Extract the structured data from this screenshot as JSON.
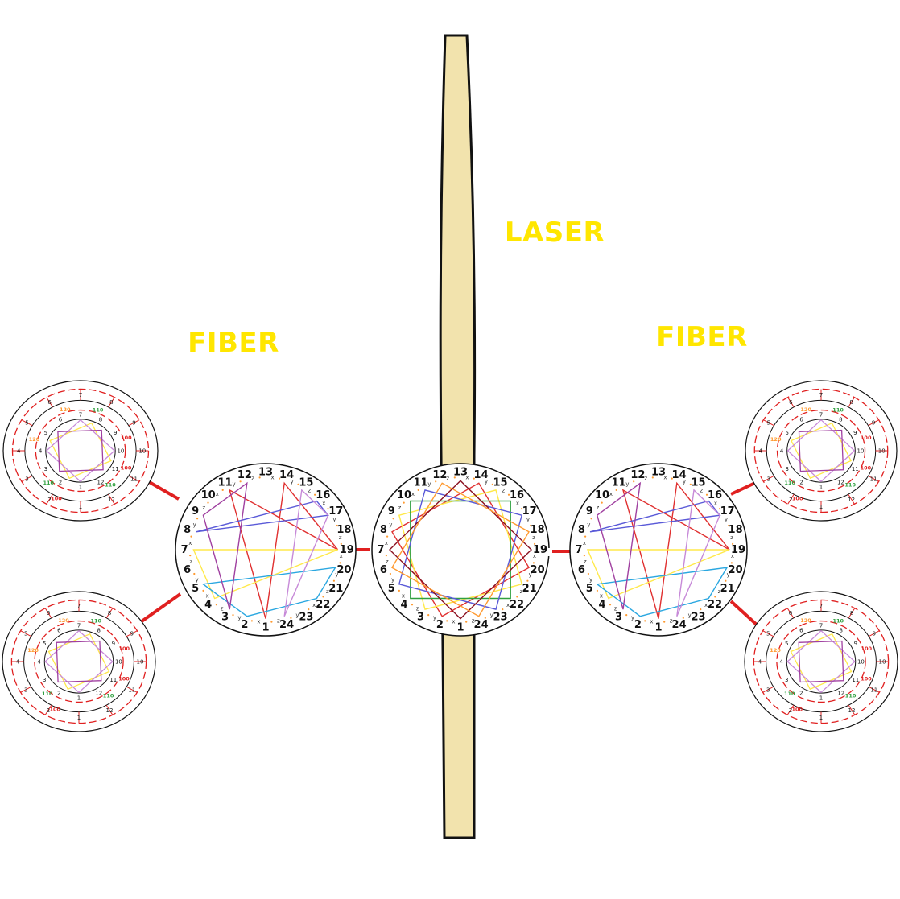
{
  "labels": {
    "laser": "LASER",
    "fiber_left": "FIBER",
    "fiber_right": "FIBER"
  },
  "big_dial": {
    "numbers": [
      "1",
      "2",
      "3",
      "4",
      "5",
      "6",
      "7",
      "8",
      "9",
      "10",
      "11",
      "12",
      "13",
      "14",
      "15",
      "16",
      "17",
      "18",
      "19",
      "20",
      "21",
      "22",
      "23",
      "24"
    ],
    "letters": [
      "x",
      "y",
      "z",
      "x",
      "y",
      "z",
      "x",
      "y",
      "z",
      "x",
      "y",
      "z",
      "x",
      "y",
      "z",
      "x",
      "y",
      "z",
      "x",
      "y",
      "z",
      "x",
      "y",
      "z"
    ]
  },
  "small_dial": {
    "outer_numbers": [
      "1",
      "2",
      "3",
      "4",
      "5",
      "6",
      "7",
      "8",
      "9",
      "10",
      "11",
      "12"
    ],
    "ring_tags": [
      "100",
      "110",
      "120"
    ]
  },
  "colors": {
    "laser_fill": "#f2e3ad",
    "title": "#ffe600",
    "connector": "#e02020",
    "ring_red": "#e02020",
    "polygon_palette": [
      "#e03030",
      "#ffe94a",
      "#5a5ad8",
      "#2aa7e0",
      "#c78ad8",
      "#a040a0",
      "#30a040",
      "#8a1020",
      "#ff9a30"
    ]
  }
}
